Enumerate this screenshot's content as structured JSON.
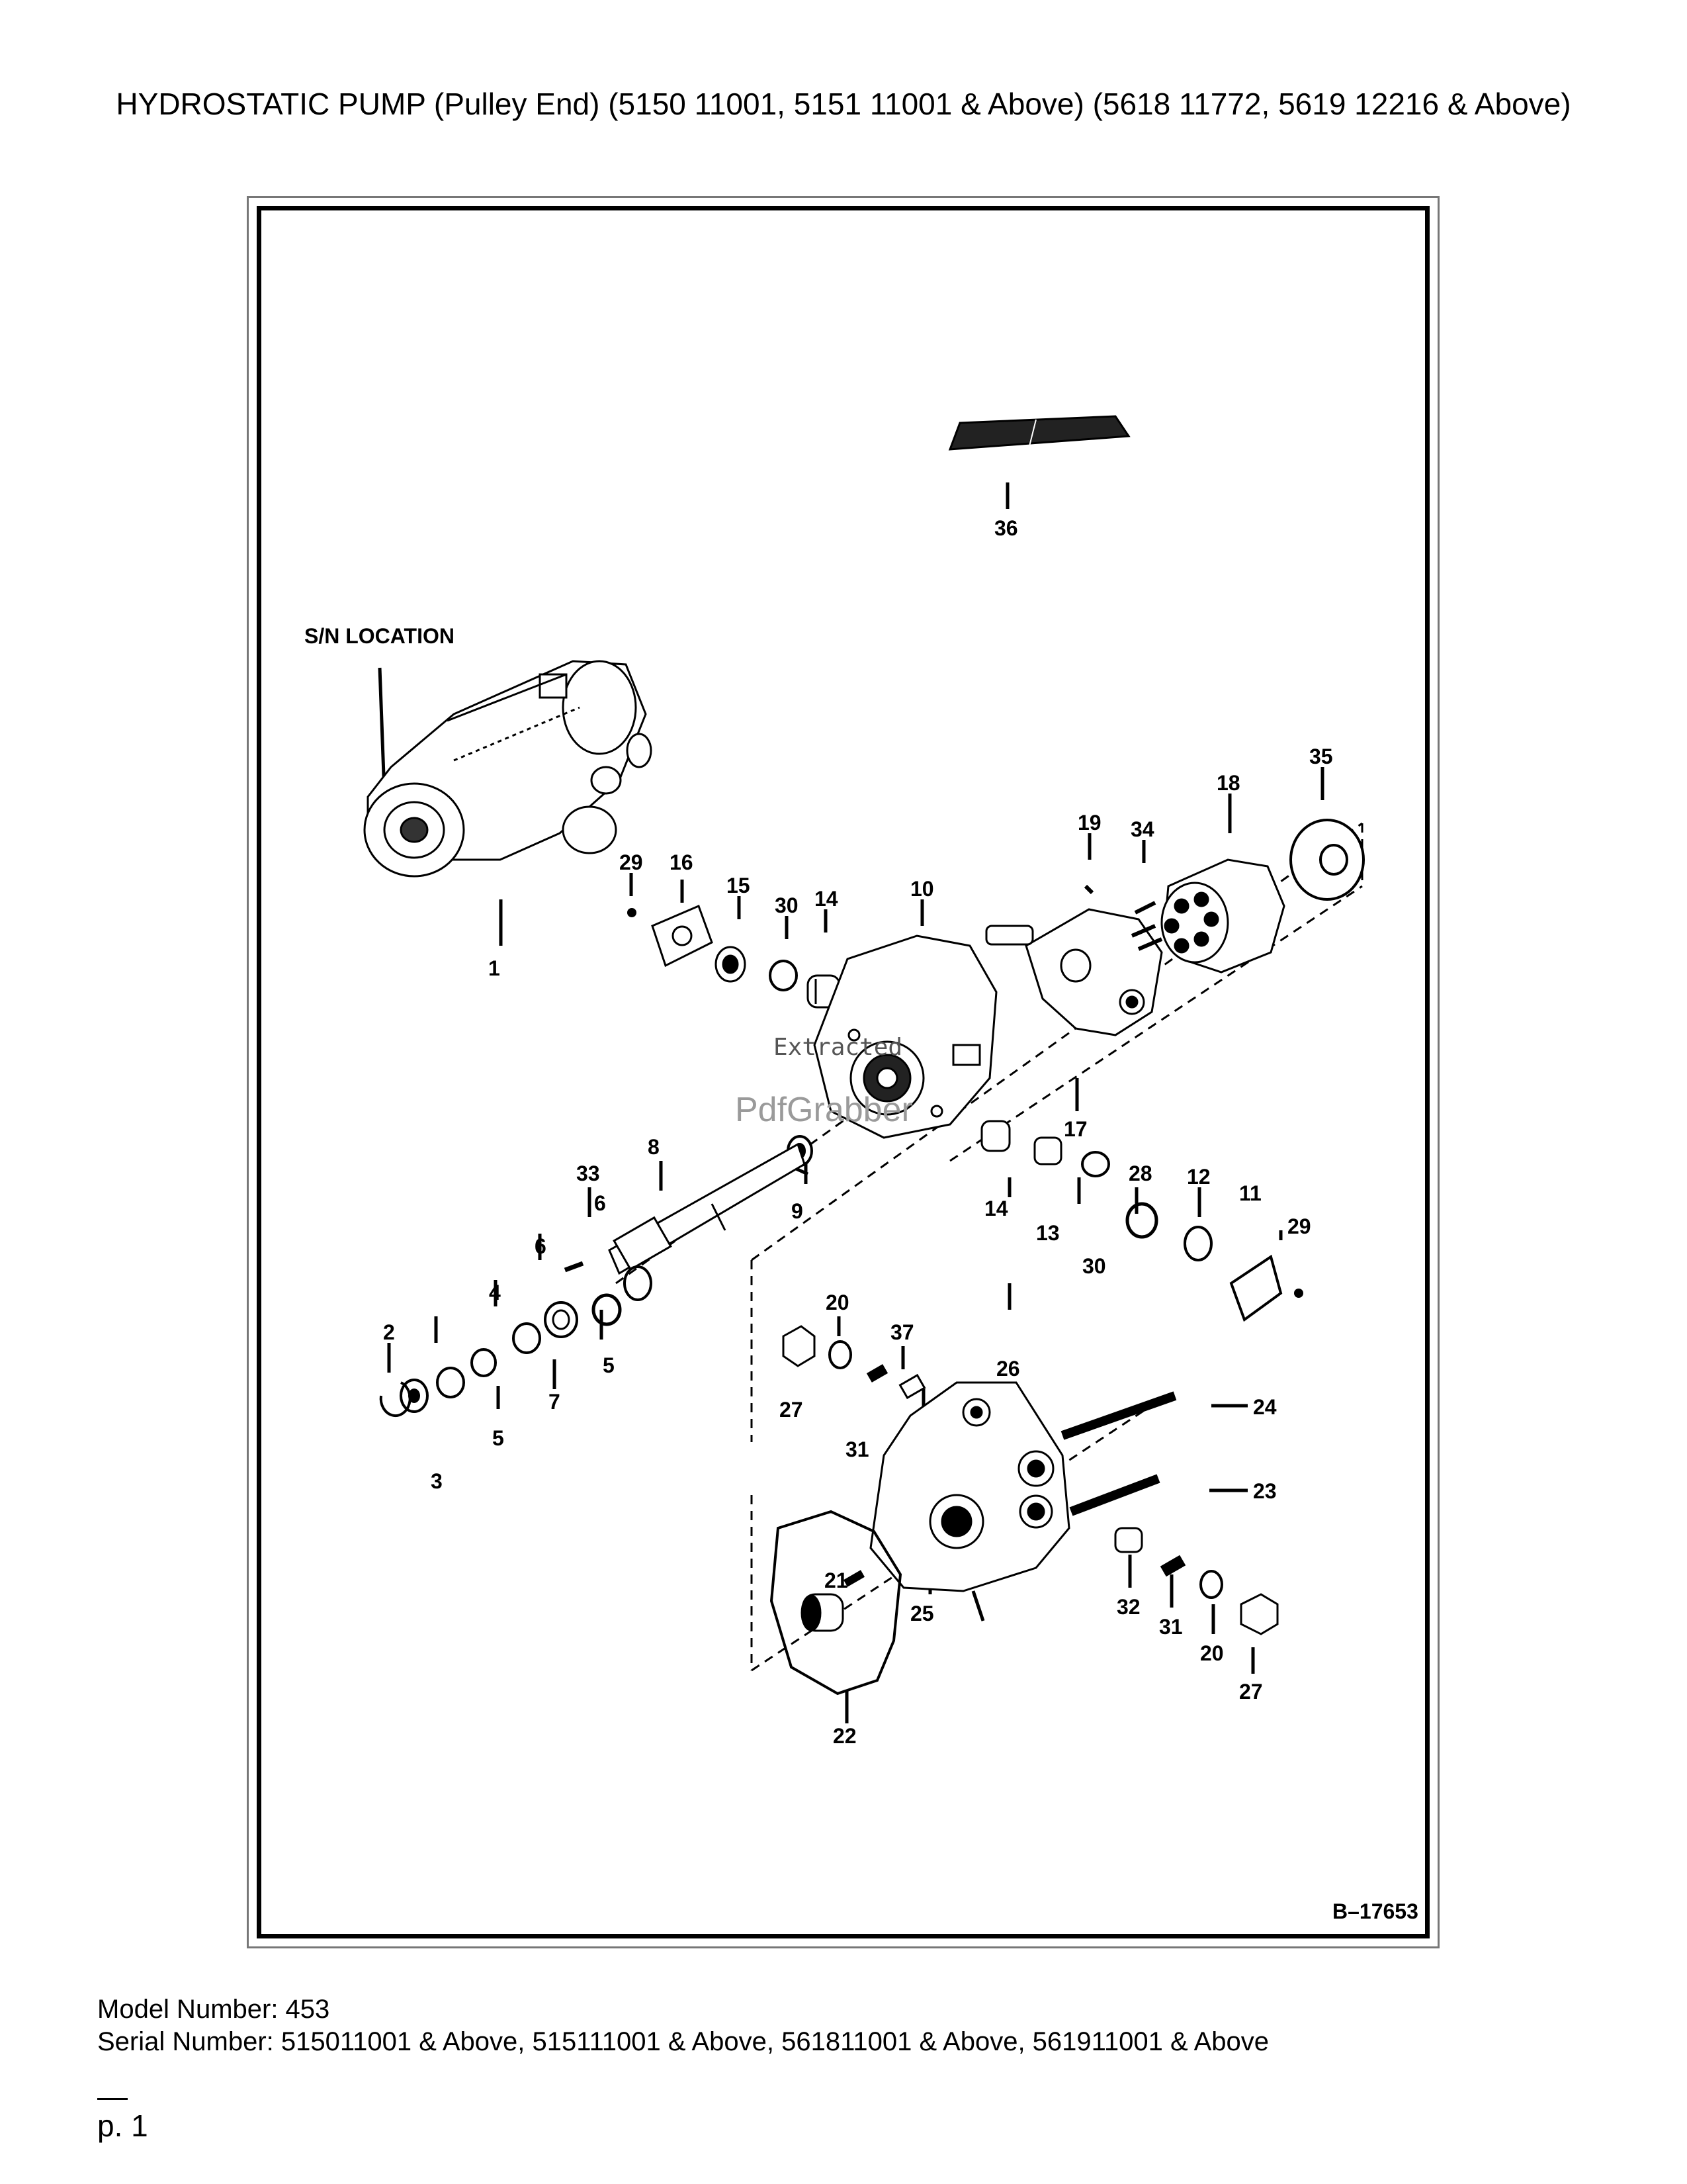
{
  "page": {
    "title": "HYDROSTATIC PUMP (Pulley End) (5150 11001, 5151 11001 & Above) (5618 11772, 5619 12216 & Above)",
    "model_number": "Model Number: 453",
    "serial_number": "Serial Number: 515011001 & Above, 515111001 & Above, 561811001 & Above, 561911001 & Above",
    "page_number": "p. 1"
  },
  "diagram": {
    "figure_id": "B–17653",
    "sn_location_label": "S/N LOCATION",
    "watermark_top": "Extracted",
    "watermark_bottom": "PdfGrabber",
    "callouts": [
      "36",
      "1",
      "29",
      "16",
      "15",
      "30",
      "14",
      "10",
      "19",
      "34",
      "18",
      "35",
      "17",
      "9",
      "8",
      "33",
      "14",
      "13",
      "28",
      "30",
      "12",
      "11",
      "29",
      "6",
      "6",
      "4",
      "2",
      "3",
      "5",
      "7",
      "5",
      "20",
      "37",
      "26",
      "24",
      "27",
      "31",
      "23",
      "21",
      "25",
      "32",
      "31",
      "20",
      "22",
      "27"
    ]
  }
}
